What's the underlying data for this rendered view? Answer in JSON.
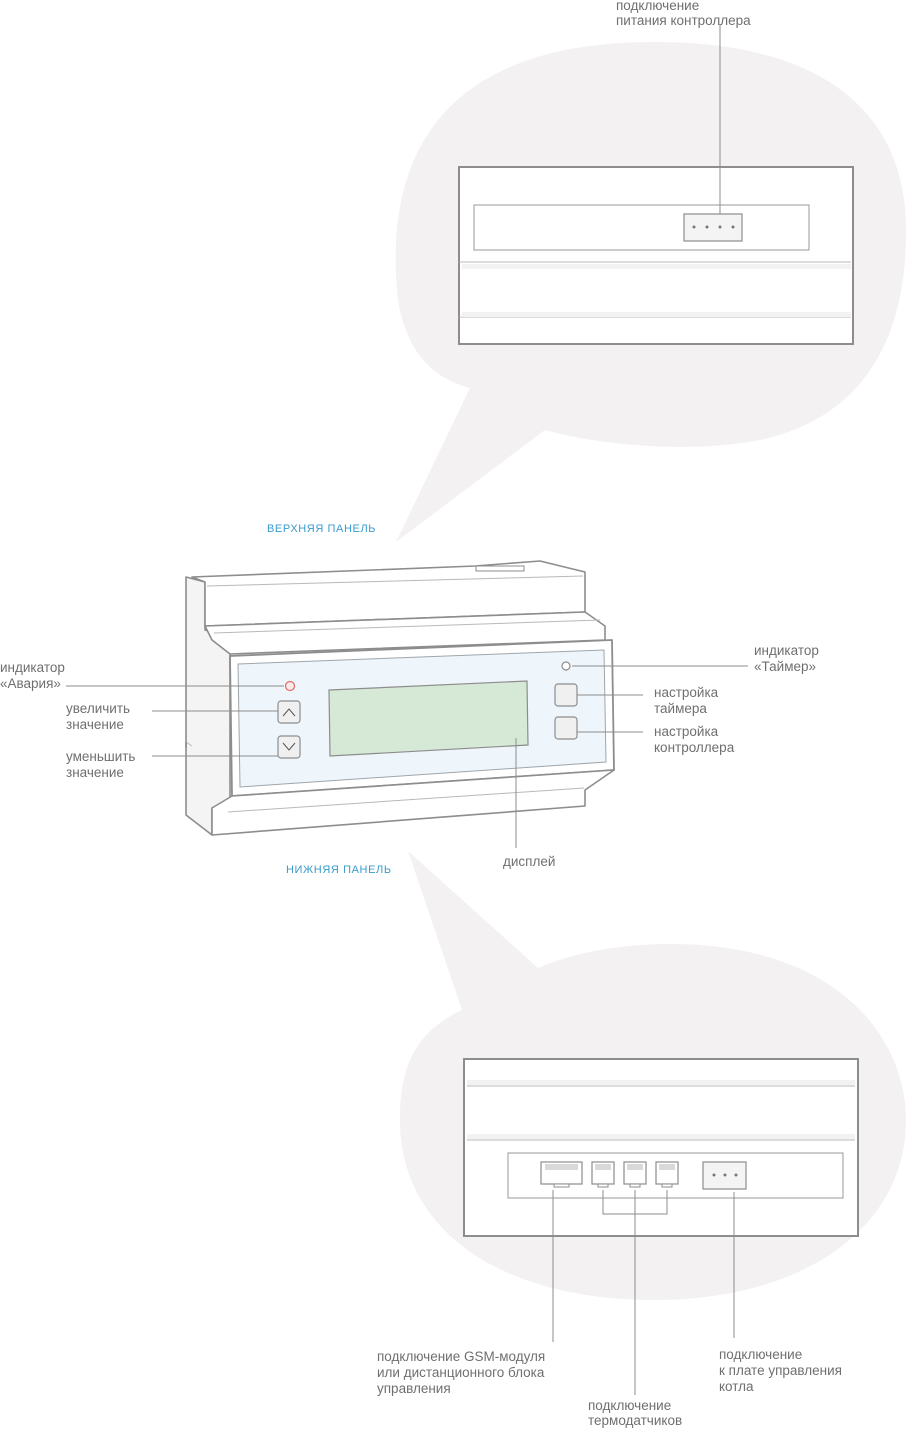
{
  "captions": {
    "top_panel": "ВЕРХНЯЯ ПАНЕЛЬ",
    "bottom_panel": "НИЖНЯЯ ПАНЕЛЬ"
  },
  "labels": {
    "power": [
      "подключение",
      "питания контроллера"
    ],
    "alarm_led": [
      "индикатор",
      "«Авария»"
    ],
    "increase": [
      "увеличить",
      "значение"
    ],
    "decrease": [
      "уменьшить",
      "значение"
    ],
    "timer_led": [
      "индикатор",
      "«Таймер»"
    ],
    "timer_setup": [
      "настройка",
      "таймера"
    ],
    "controller_setup": [
      "настройка",
      "контроллера"
    ],
    "display": [
      "дисплей"
    ],
    "gsm": [
      "подключение GSM-модуля",
      "или дистанционного блока",
      "управления"
    ],
    "sensors": [
      "подключение",
      "термодатчиков"
    ],
    "boiler": [
      "подключение",
      "к плате управления",
      "котла"
    ]
  },
  "icons": {
    "increase_button": "chevron-up-icon",
    "decrease_button": "chevron-down-icon",
    "alarm_led": "led-icon",
    "timer_led": "led-icon"
  },
  "colors": {
    "label": "#6f6f6f",
    "caption": "#3a9ccd",
    "line": "#8d8d8d",
    "bubble": "#f3f1f1",
    "display": "#d6e8d6",
    "front_panel": "#eef5fb",
    "alarm_led": "#e06a6a"
  }
}
